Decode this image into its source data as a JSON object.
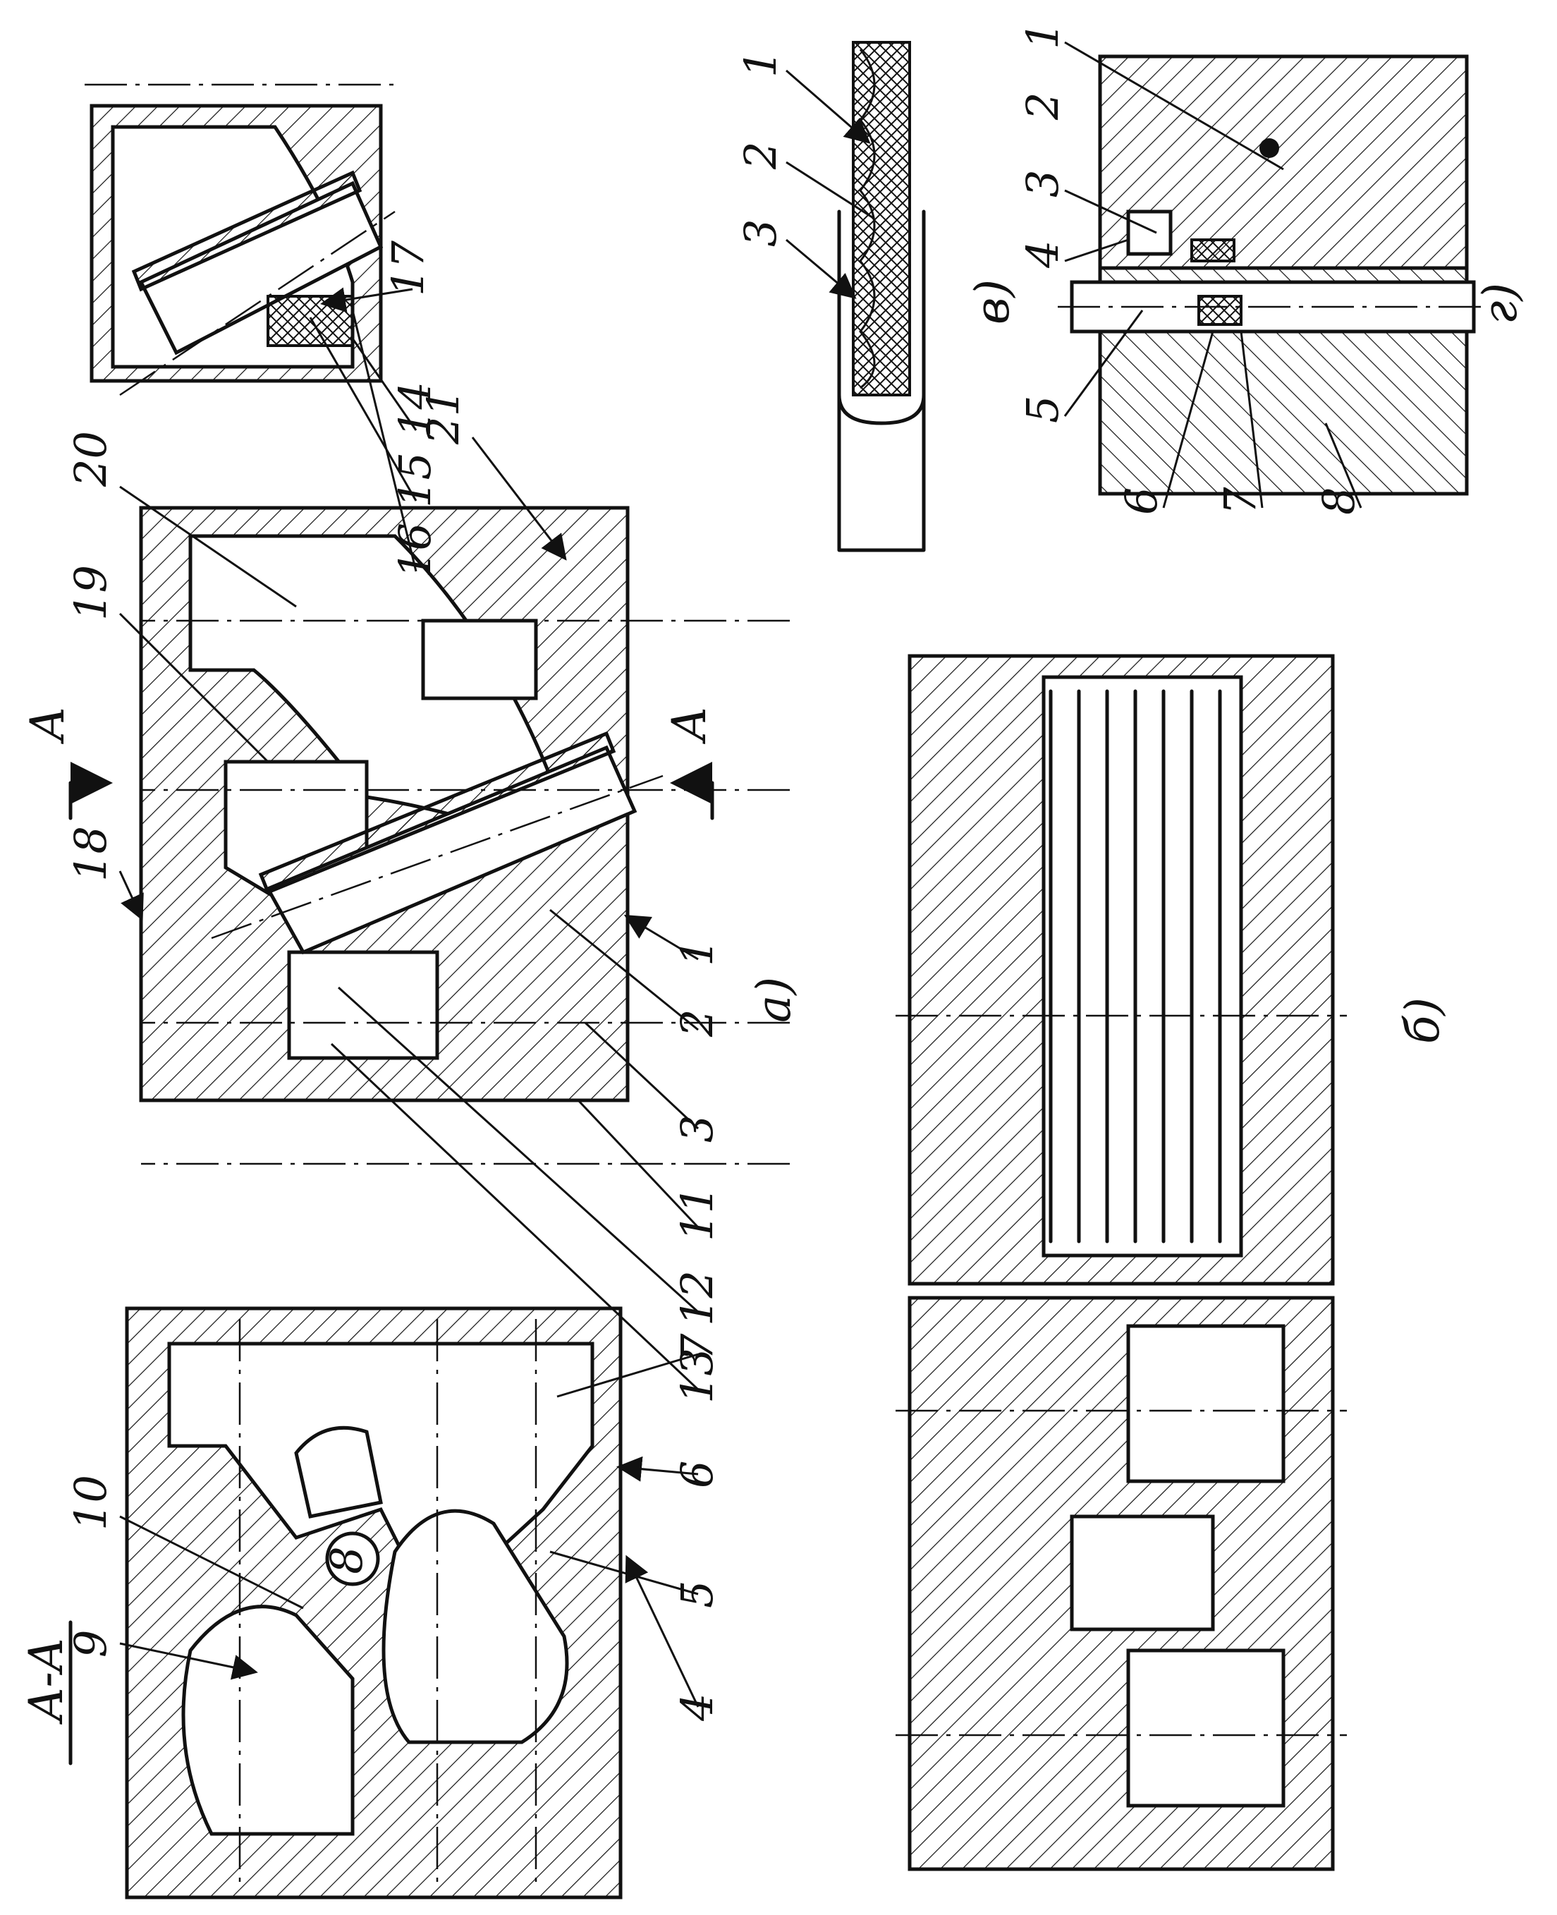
{
  "section_title": "A-A",
  "section_marker": "A",
  "chamber_mark": "8",
  "captions": {
    "a": "а)",
    "b": "б)",
    "v": "в)",
    "g": "г)"
  },
  "part_labels_main": [
    "1",
    "2",
    "3",
    "4",
    "5",
    "6",
    "7",
    "9",
    "10",
    "11",
    "12",
    "13",
    "14",
    "15",
    "16",
    "17",
    "18",
    "19",
    "20",
    "21"
  ],
  "part_labels_v": [
    "1",
    "2",
    "3"
  ],
  "part_labels_g": [
    "1",
    "2",
    "3",
    "4",
    "5",
    "6",
    "7",
    "8"
  ]
}
